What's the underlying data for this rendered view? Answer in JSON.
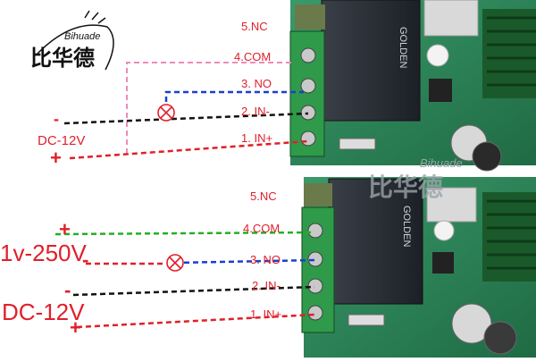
{
  "logo": {
    "text_cn": "比华德",
    "text_en": "Bihuade",
    "watermark_cn": "比华德",
    "watermark_en": "Bihuade"
  },
  "relay_print": "GOLDEN",
  "top_diagram": {
    "terminals": [
      "5.NC",
      "4.COM",
      "3. NO",
      "2. IN-",
      "1. IN+"
    ],
    "power_label": "DC-12V",
    "minus_sign": "-",
    "plus_sign": "+"
  },
  "bottom_diagram": {
    "terminals": [
      "5.NC",
      "4.COM",
      "3. NO",
      "2. IN-",
      "1. IN+"
    ],
    "load_label": "1v-250V",
    "power_label": "DC-12V",
    "load_plus": "+",
    "load_minus": "-",
    "power_minus": "-",
    "power_plus": "+"
  },
  "colors": {
    "red_wire": "#e0202a",
    "black_wire": "#111111",
    "blue_wire": "#1a3fd0",
    "green_wire": "#22b022",
    "pink_wire": "#f08ab8",
    "label_red": "#e0202a",
    "pcb_green": "#2f8a5a"
  }
}
